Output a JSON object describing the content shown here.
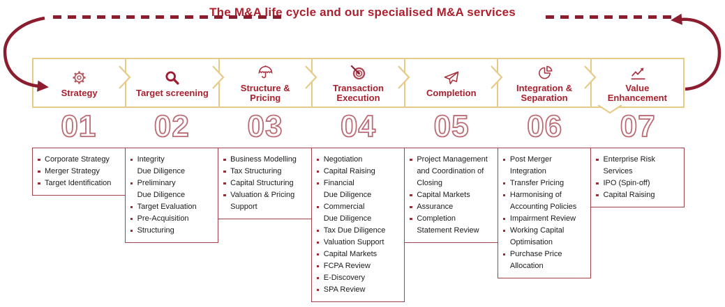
{
  "title": "The M&A life cycle and our specialised M&A services",
  "colors": {
    "brand_red": "#A8202E",
    "arrow_red": "#8C1D2E",
    "gold_border": "#E7CA88",
    "number_outline": "#BC6B74",
    "list_border": "#A24049",
    "bullet": "#9E2B33"
  },
  "stages": [
    {
      "number": "01",
      "label": "Strategy",
      "icon": "gear-icon",
      "services": [
        "Corporate Strategy",
        "Merger Strategy",
        "Target Identification"
      ]
    },
    {
      "number": "02",
      "label": "Target screening",
      "icon": "magnifier-icon",
      "services": [
        "Integrity\nDue Diligence",
        "Preliminary\nDue Diligence",
        "Target Evaluation",
        "Pre-Acquisition",
        "Structuring"
      ]
    },
    {
      "number": "03",
      "label": "Structure &\nPricing",
      "icon": "umbrella-icon",
      "services": [
        "Business Modelling",
        "Tax Structuring",
        "Capital Structuring",
        "Valuation & Pricing\nSupport"
      ]
    },
    {
      "number": "04",
      "label": "Transaction\nExecution",
      "icon": "target-icon",
      "services": [
        "Negotiation",
        "Capital Raising",
        "Financial\nDue Diligence",
        "Commercial\nDue Diligence",
        "Tax Due Diligence",
        "Valuation Support",
        "Capital Markets",
        "FCPA Review",
        "E-Discovery",
        "SPA Review"
      ]
    },
    {
      "number": "05",
      "label": "Completion",
      "icon": "paper-plane-icon",
      "services": [
        "Project Management\nand Coordination of\nClosing",
        "Capital Markets",
        "Assurance",
        "Completion\nStatement Review"
      ]
    },
    {
      "number": "06",
      "label": "Integration &\nSeparation",
      "icon": "pie-chart-icon",
      "services": [
        "Post Merger\nIntegration",
        "Transfer Pricing",
        "Harmonising of\nAccounting Policies",
        "Impairment Review",
        "Working Capital\nOptimisation",
        "Purchase Price\nAllocation"
      ]
    },
    {
      "number": "07",
      "label": "Value\nEnhancement",
      "icon": "trend-chart-icon",
      "services": [
        "Enterprise Risk\nServices",
        "IPO (Spin-off)",
        "Capital Raising"
      ]
    }
  ]
}
